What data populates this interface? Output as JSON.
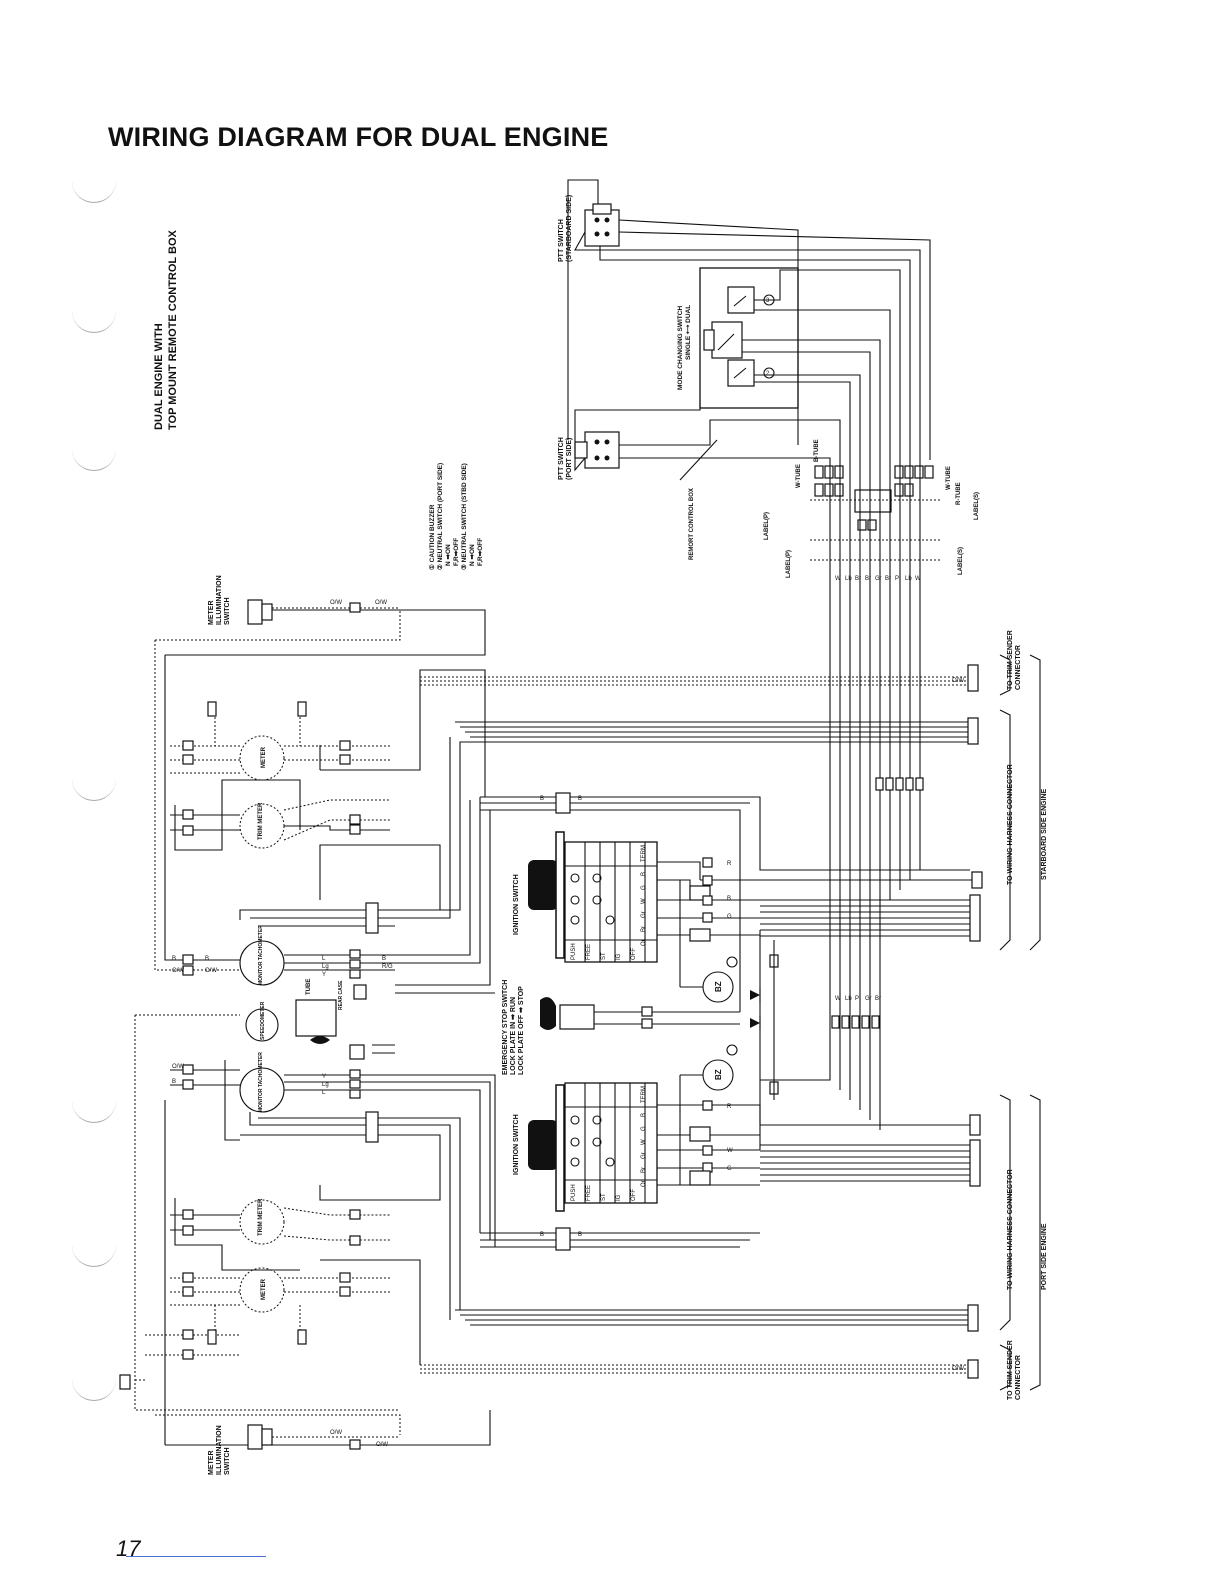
{
  "title": "WIRING DIAGRAM FOR DUAL ENGINE",
  "page_number": "17",
  "subtitle": {
    "line1": "DUAL ENGINE WITH",
    "line2": "TOP MOUNT REMOTE CONTROL BOX"
  },
  "legend": {
    "l1": "① CAUTION BUZZER",
    "l2": "② NEUTRAL SWITCH (PORT SIDE)",
    "l3": "N ➡ON",
    "l4": "F,R➡OFF",
    "l5": "③ NEUTRAL SWITCH (STBD SIDE)",
    "l6": "N ➡ON",
    "l7": "F,R➡OFF"
  },
  "labels": {
    "ptt_stbd_1": "PTT SWITCH",
    "ptt_stbd_2": "(STARBOARD SIDE)",
    "ptt_port_1": "PTT SWITCH",
    "ptt_port_2": "(PORT SIDE)",
    "mode_1": "MODE CHANGING SWITCH",
    "mode_2": "SINGLE ⟷ DUAL",
    "remote_box": "REMORT CONTROL BOX",
    "meter_illum_top_1": "METER",
    "meter_illum_top_2": "ILLUMINATION",
    "meter_illum_top_3": "SWITCH",
    "meter_illum_bot_1": "METER",
    "meter_illum_bot_2": "ILLUMINATION",
    "meter_illum_bot_3": "SWITCH",
    "ignition_top": "IGNITION SWITCH",
    "ignition_bot": "IGNITION SWITCH",
    "estop_1": "EMERGENCY STOP SWITCH",
    "estop_2": "LOCK PLATE IN ➡ RUN",
    "estop_3": "LOCK PLATE OFF ➡ STOP",
    "trim_sender_stbd_1": "TO TRIM SENDER",
    "trim_sender_stbd_2": "CONNECTOR",
    "trim_sender_port_1": "TO TRIM SENDER",
    "trim_sender_port_2": "CONNECTOR",
    "harness_stbd": "TO WIRING HARNESS CONNECTOR",
    "stbd_engine": "STARBOARD SIDE ENGINE",
    "harness_port": "TO WIRING HARNESS CONNECTOR",
    "port_engine": "PORT SIDE ENGINE",
    "meter": "METER",
    "trim_meter": "TRIM METER",
    "monitor_tach": "MONITOR TACHOMETER",
    "speedometer": "SPEEDOMETER",
    "tube": "TUBE",
    "rear_case": "REAR CASE",
    "bz": "BZ",
    "label_p": "LABEL(P)",
    "label_s": "LABEL(S)",
    "w_tube": "W-TUBE",
    "b_tube": "B-TUBE",
    "r_tube": "R-TUBE"
  },
  "ignition_table": {
    "rows": [
      "PUSH",
      "FREE",
      "ST",
      "IG",
      "OFF"
    ],
    "cols": [
      "TERM",
      "B",
      "G",
      "W",
      "Gr",
      "Br",
      "Or"
    ]
  },
  "wire_codes": [
    "B",
    "G",
    "W",
    "Lg",
    "Y",
    "P",
    "Lb",
    "Br",
    "Gr",
    "Or",
    "B/W",
    "R/G",
    "O/W"
  ]
}
